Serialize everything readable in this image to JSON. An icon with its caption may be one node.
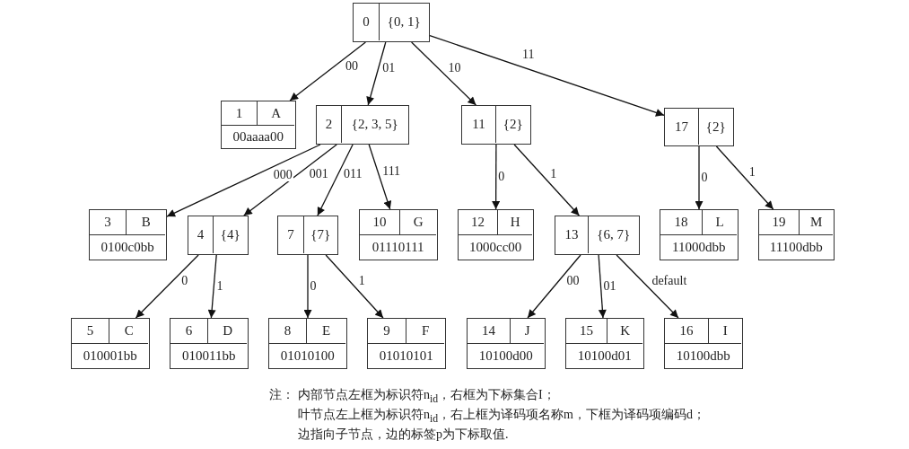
{
  "diagram": {
    "nodes": [
      {
        "text": [
          "0",
          "{0, 1}"
        ]
      },
      {
        "text": [
          "1",
          "A",
          "00aaaa00"
        ]
      },
      {
        "text": [
          "2",
          "{2, 3, 5}"
        ]
      },
      {
        "text": [
          "3",
          "B",
          "0100c0bb"
        ]
      },
      {
        "text": [
          "4",
          "{4}"
        ]
      },
      {
        "text": [
          "5",
          "C",
          "010001bb"
        ]
      },
      {
        "text": [
          "6",
          "D",
          "010011bb"
        ]
      },
      {
        "text": [
          "7",
          "{7}"
        ]
      },
      {
        "text": [
          "8",
          "E",
          "01010100"
        ]
      },
      {
        "text": [
          "9",
          "F",
          "01010101"
        ]
      },
      {
        "text": [
          "10",
          "G",
          "01110111"
        ]
      },
      {
        "text": [
          "11",
          "{2}"
        ]
      },
      {
        "text": [
          "12",
          "H",
          "1000cc00"
        ]
      },
      {
        "text": [
          "13",
          "{6, 7}"
        ]
      },
      {
        "text": [
          "14",
          "J",
          "10100d00"
        ]
      },
      {
        "text": [
          "15",
          "K",
          "10100d01"
        ]
      },
      {
        "text": [
          "16",
          "I",
          "10100dbb"
        ]
      },
      {
        "text": [
          "17",
          "{2}"
        ]
      },
      {
        "text": [
          "18",
          "L",
          "11000dbb"
        ]
      },
      {
        "text": [
          "19",
          "M",
          "11100dbb"
        ]
      }
    ],
    "edges": [
      {
        "from": 0,
        "to": 1,
        "arrow": "to",
        "label": "00"
      },
      {
        "from": 0,
        "to": 2,
        "arrow": "to",
        "label": "01"
      },
      {
        "from": 0,
        "to": 11,
        "arrow": "to",
        "label": "10"
      },
      {
        "from": 0,
        "to": 17,
        "arrow": "to",
        "label": "11"
      },
      {
        "from": 2,
        "to": 3,
        "arrow": "to",
        "label": "000"
      },
      {
        "from": 2,
        "to": 4,
        "arrow": "to",
        "label": "001"
      },
      {
        "from": 2,
        "to": 7,
        "arrow": "to",
        "label": "011"
      },
      {
        "from": 2,
        "to": 10,
        "arrow": "to",
        "label": "111"
      },
      {
        "from": 11,
        "to": 12,
        "arrow": "to",
        "label": "0"
      },
      {
        "from": 11,
        "to": 13,
        "arrow": "to",
        "label": "1"
      },
      {
        "from": 17,
        "to": 18,
        "arrow": "to",
        "label": "0"
      },
      {
        "from": 17,
        "to": 19,
        "arrow": "to",
        "label": "1"
      },
      {
        "from": 4,
        "to": 5,
        "arrow": "to",
        "label": "0"
      },
      {
        "from": 4,
        "to": 6,
        "arrow": "to",
        "label": "1"
      },
      {
        "from": 7,
        "to": 8,
        "arrow": "to",
        "label": "0"
      },
      {
        "from": 7,
        "to": 9,
        "arrow": "to",
        "label": "1"
      },
      {
        "from": 13,
        "to": 14,
        "arrow": "to",
        "label": "00"
      },
      {
        "from": 13,
        "to": 15,
        "arrow": "to",
        "label": "01"
      },
      {
        "from": 13,
        "to": 16,
        "arrow": "to",
        "label": "default"
      }
    ],
    "labels": [
      "注：",
      "内部节点左框为标识符n$_{id}$，右框为下标集合I；",
      "叶节点左上框为标识符n$_{id}$，右上框为译码项名称m，下框为译码项编码d；",
      "边指向子节点，边的标签p为下标取值."
    ]
  }
}
